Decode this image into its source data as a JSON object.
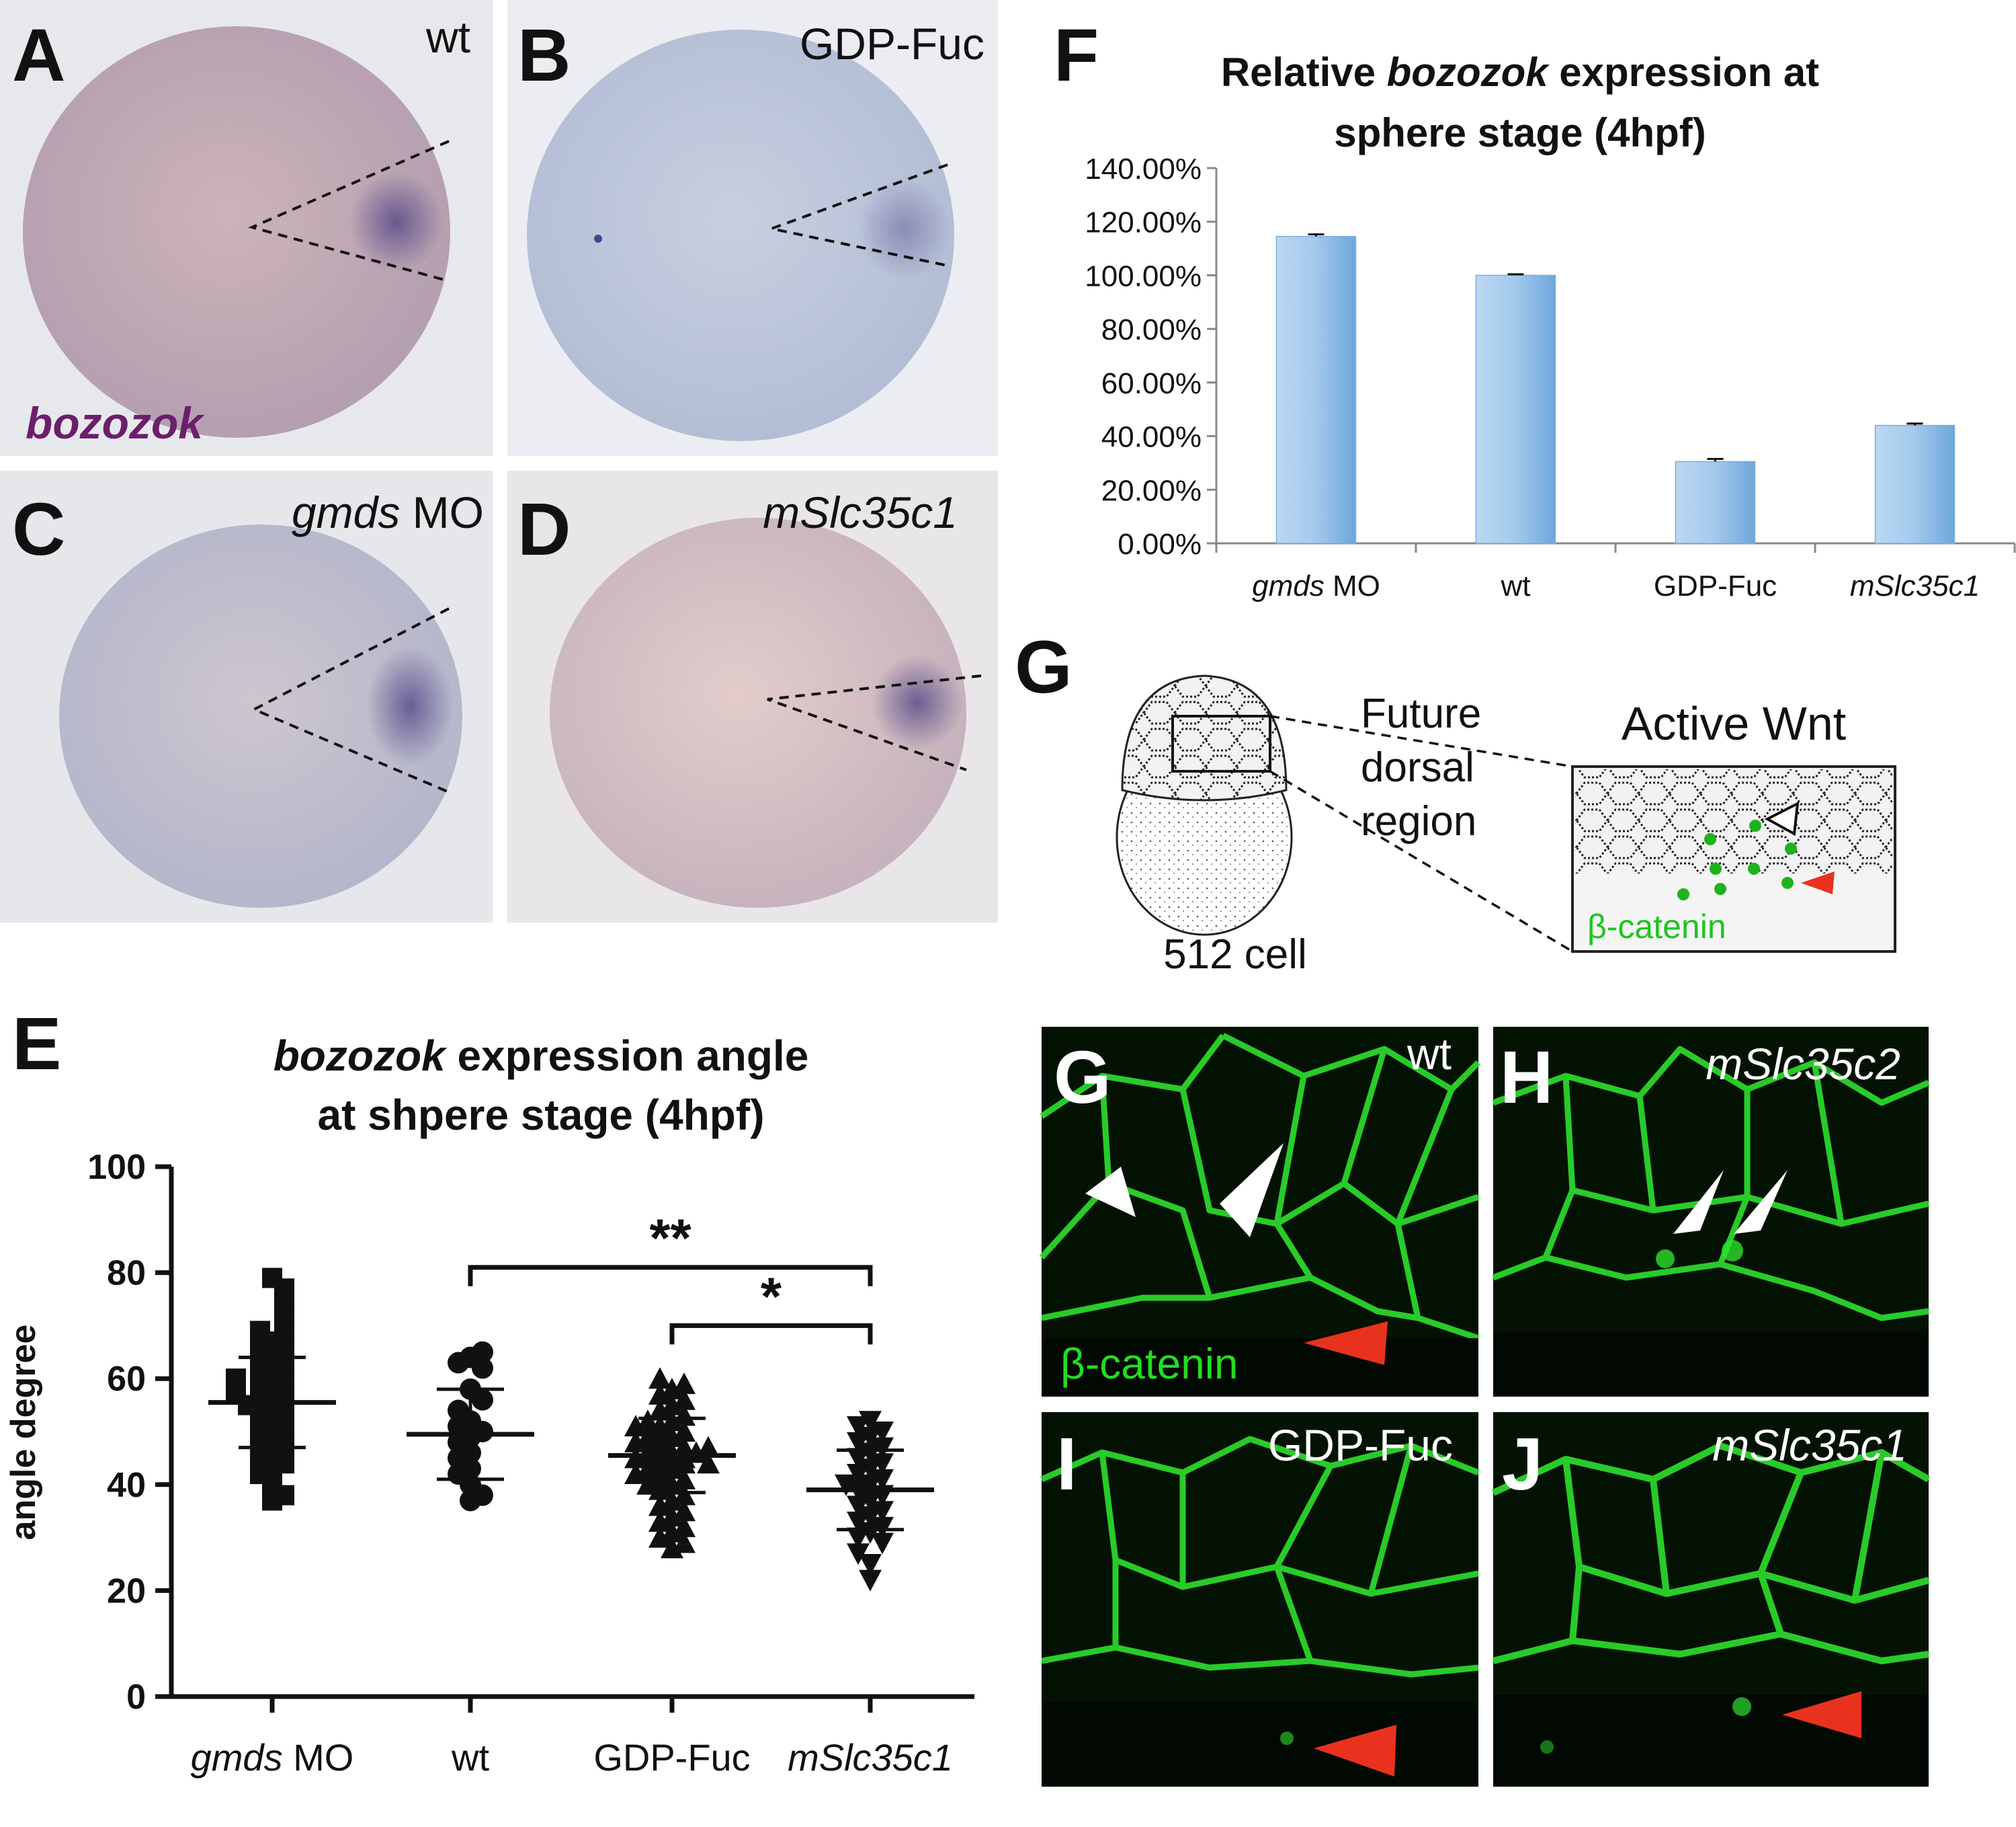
{
  "panels": {
    "A": {
      "letter": "A",
      "label": "wt",
      "probe": "bozozok"
    },
    "B": {
      "letter": "B",
      "label": "GDP-Fuc"
    },
    "C": {
      "letter": "C",
      "label_italic": "gmds",
      "label_rest": " MO"
    },
    "D": {
      "letter": "D",
      "label": "mSlc35c1"
    },
    "E": {
      "letter": "E"
    },
    "F": {
      "letter": "F"
    },
    "G_schematic": {
      "letter": "G",
      "stage_label": "512 cell",
      "region_line1": "Future",
      "region_line2": "dorsal",
      "region_line3": "region",
      "inset_title": "Active Wnt",
      "inset_stain": "β-catenin"
    },
    "G": {
      "letter": "G",
      "label": "wt",
      "stain": "β-catenin"
    },
    "H": {
      "letter": "H",
      "label": "mSlc35c2"
    },
    "I": {
      "letter": "I",
      "label": "GDP-Fuc"
    },
    "J": {
      "letter": "J",
      "label": "mSlc35c1"
    }
  },
  "colors": {
    "bar_fill": "#8fbde6",
    "green_stain": "#22dd22",
    "probe_text": "#6b1f6b",
    "arrow_red": "#e8321e"
  },
  "chart_data": [
    {
      "id": "F",
      "type": "bar",
      "title_line1_prefix": "Relative ",
      "title_line1_italic": "bozozok",
      "title_line1_suffix": " expression at",
      "title_line2": "sphere stage (4hpf)",
      "categories": [
        {
          "italic": "gmds",
          "rest": " MO"
        },
        {
          "italic": "",
          "rest": "wt"
        },
        {
          "italic": "",
          "rest": "GDP-Fuc"
        },
        {
          "italic": "mSlc35c1",
          "rest": ""
        }
      ],
      "values": [
        114.5,
        100.0,
        30.5,
        44.0
      ],
      "errors": [
        0.8,
        0.4,
        1.0,
        0.7
      ],
      "yticks": [
        "0.00%",
        "20.00%",
        "40.00%",
        "60.00%",
        "80.00%",
        "100.00%",
        "120.00%",
        "140.00%"
      ],
      "ylim": [
        0,
        140
      ]
    },
    {
      "id": "E",
      "type": "scatter",
      "title_line1_italic": "bozozok",
      "title_line1_rest": " expression angle",
      "title_line2": "at shpere stage (4hpf)",
      "ylabel": "angle degree",
      "ylim": [
        0,
        100
      ],
      "yticks": [
        "0",
        "20",
        "40",
        "60",
        "80",
        "100"
      ],
      "categories": [
        {
          "italic": "gmds",
          "rest": " MO",
          "marker": "square"
        },
        {
          "italic": "",
          "rest": "wt",
          "marker": "circle"
        },
        {
          "italic": "",
          "rest": "GDP-Fuc",
          "marker": "triangle-up"
        },
        {
          "italic": "mSlc35c1",
          "rest": "",
          "marker": "triangle-down"
        }
      ],
      "means": [
        55.5,
        49.5,
        45.5,
        39.0
      ],
      "sd": [
        8.5,
        8.5,
        7.0,
        7.5
      ],
      "points": [
        [
          79,
          77,
          74,
          71,
          69,
          68,
          67,
          66,
          65,
          64,
          63,
          62,
          61,
          60,
          60,
          59,
          58,
          57,
          57,
          56,
          55,
          55,
          54,
          53,
          52,
          51,
          50,
          49,
          48,
          47,
          46,
          45,
          44,
          43,
          42,
          40,
          38,
          37
        ],
        [
          65,
          64,
          63,
          62,
          58,
          56,
          54,
          52,
          51,
          50,
          49,
          48,
          46,
          45,
          43,
          42,
          40,
          38,
          37
        ],
        [
          60,
          59,
          58,
          57,
          56,
          55,
          54,
          53,
          52,
          52,
          51,
          51,
          50,
          50,
          49,
          49,
          48,
          48,
          47,
          47,
          47,
          46,
          46,
          46,
          45,
          45,
          45,
          44,
          44,
          44,
          43,
          43,
          42,
          42,
          41,
          41,
          40,
          40,
          39,
          38,
          37,
          36,
          35,
          34,
          33,
          32,
          31,
          30,
          29,
          28
        ],
        [
          52,
          51,
          50,
          49,
          48,
          47,
          46,
          45,
          44,
          43,
          42,
          41,
          40,
          40,
          39,
          38,
          37,
          36,
          35,
          34,
          33,
          32,
          31,
          30,
          29,
          27,
          25,
          22
        ]
      ],
      "brackets": [
        {
          "from": 1,
          "to": 3,
          "label": "**"
        },
        {
          "from": 2,
          "to": 3,
          "label": "*"
        }
      ]
    }
  ]
}
